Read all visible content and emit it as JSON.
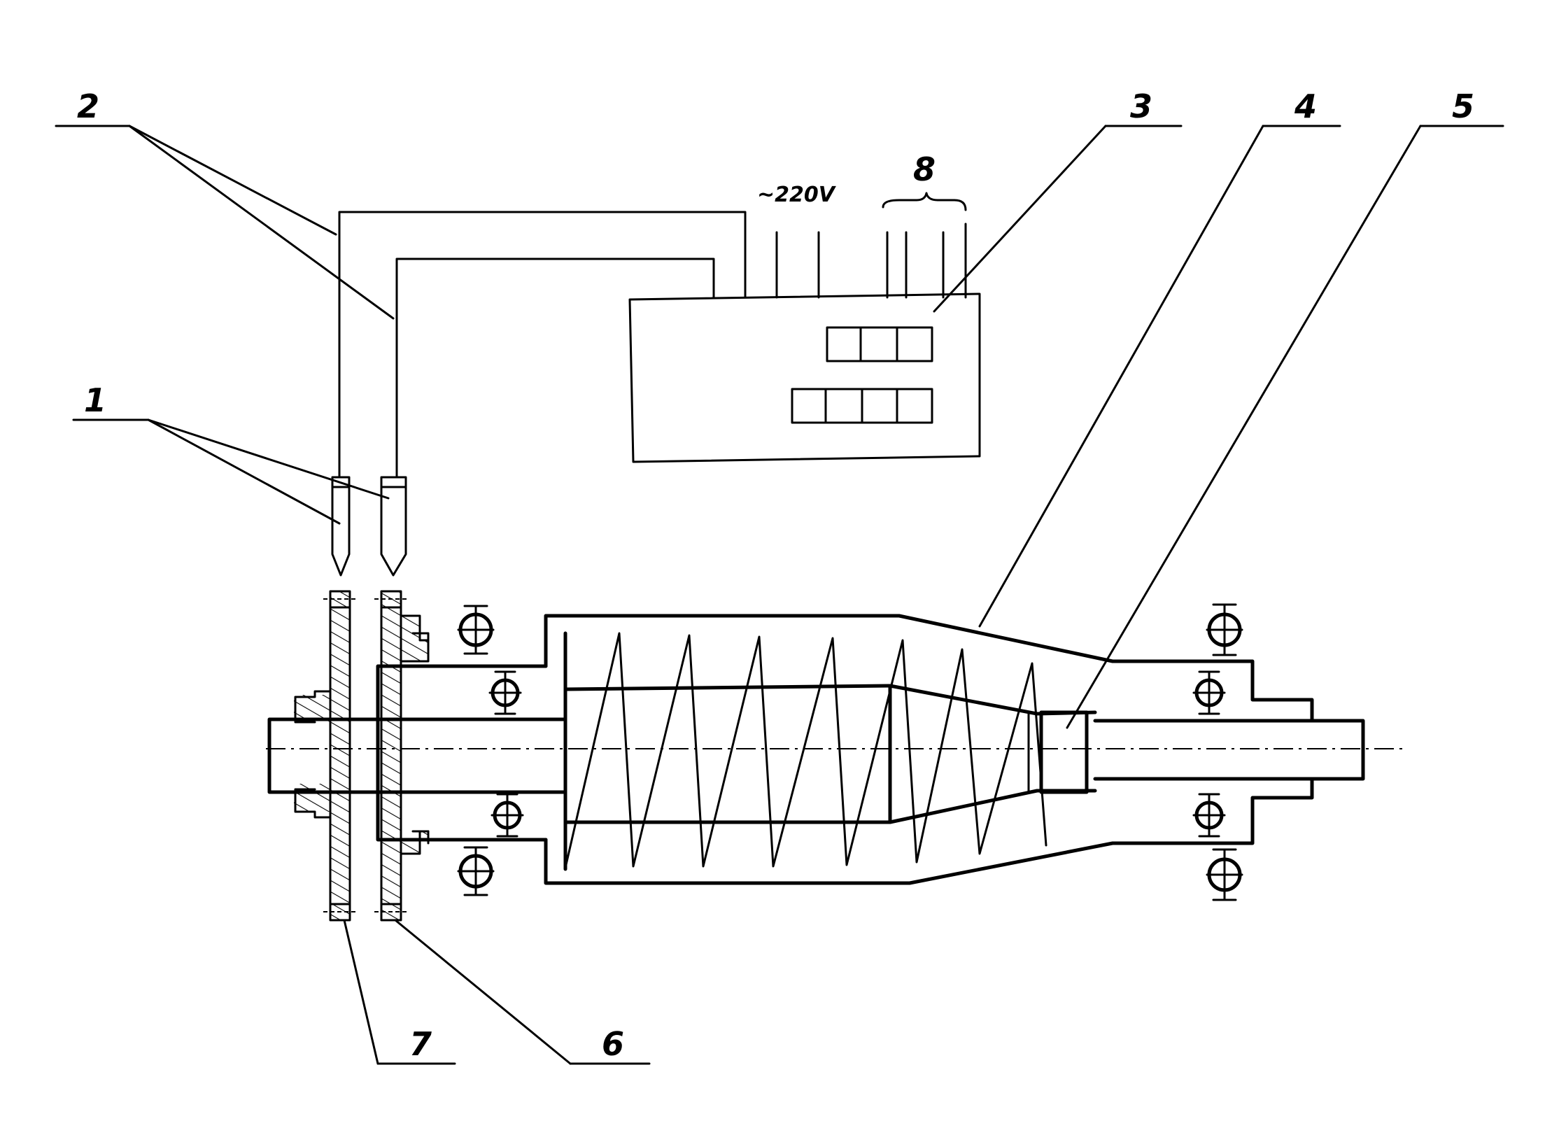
{
  "labels": {
    "l1": "1",
    "l2": "2",
    "l3": "3",
    "l4": "4",
    "l5": "5",
    "l6": "6",
    "l7": "7",
    "l8": "8"
  },
  "voltage": "~220V"
}
